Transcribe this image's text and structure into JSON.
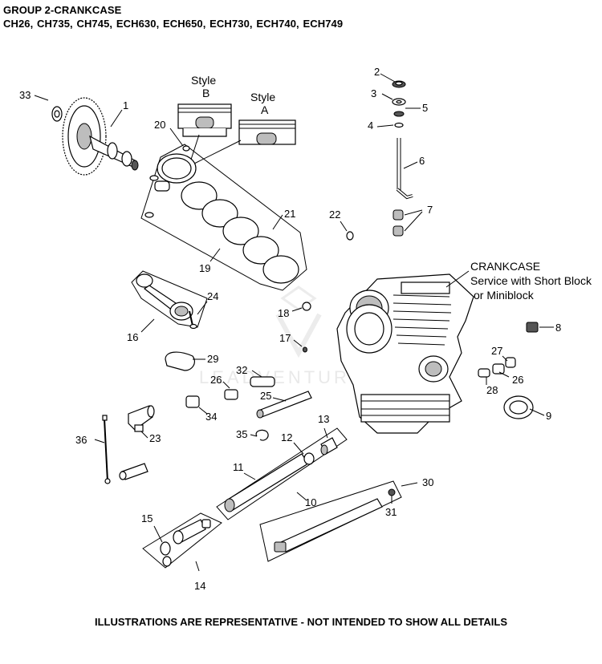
{
  "header": {
    "title": "GROUP 2-CRANKCASE",
    "models": "CH26, CH735, CH745, ECH630,  ECH650,  ECH730, ECH740, ECH749"
  },
  "footer": {
    "disclaimer": "ILLUSTRATIONS ARE REPRESENTATIVE - NOT INTENDED TO SHOW ALL DETAILS"
  },
  "labels": {
    "style_b_line1": "Style",
    "style_b_line2": "B",
    "style_a_line1": "Style",
    "style_a_line2": "A",
    "crankcase_line1": "CRANKCASE",
    "crankcase_line2": "Service with Short Block",
    "crankcase_line3": "or Miniblock"
  },
  "watermark": "LEADVENTURE",
  "callouts": {
    "c1": "1",
    "c2": "2",
    "c3": "3",
    "c4": "4",
    "c5": "5",
    "c6": "6",
    "c7": "7",
    "c8": "8",
    "c9": "9",
    "c10": "10",
    "c11": "11",
    "c12": "12",
    "c13": "13",
    "c14": "14",
    "c15": "15",
    "c16": "16",
    "c17": "17",
    "c18": "18",
    "c19": "19",
    "c20": "20",
    "c21": "21",
    "c22": "22",
    "c23": "23",
    "c24": "24",
    "c25": "25",
    "c26a": "26",
    "c26b": "26",
    "c27": "27",
    "c28": "28",
    "c29": "29",
    "c30": "30",
    "c31": "31",
    "c32": "32",
    "c33": "33",
    "c34": "34",
    "c35": "35",
    "c36": "36"
  }
}
